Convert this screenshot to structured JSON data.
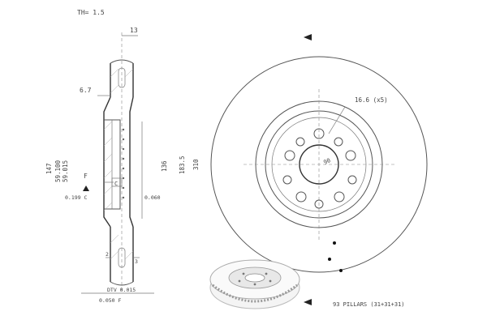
{
  "section": {
    "thickness_note": "TH= 1.5",
    "top_dim": "13",
    "left_dim": "6.7",
    "dia_outer": "147",
    "dia_tol_max": "59.100",
    "dia_tol_min": "59.015",
    "datum_label": "F",
    "datum_box": "C",
    "runout_left": "0.199 C",
    "height_dim": "136",
    "runout_right": "0.060",
    "bottom_dim_left": "2",
    "bottom_dim_right": "3",
    "dtv_note": "DTV 0.015",
    "flatness_note": "0.050 F"
  },
  "front": {
    "bolt_hole_note": "16.6 (x5)",
    "center_bore": "90",
    "pcd_dim": "183.5",
    "outer_dia": "310",
    "pillars_note": "93 PILLARS (31+31+31)"
  }
}
